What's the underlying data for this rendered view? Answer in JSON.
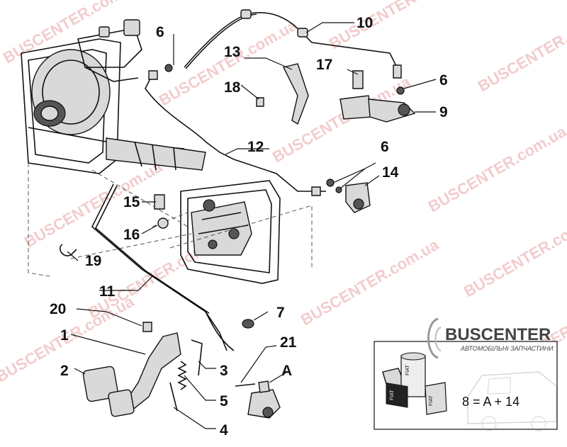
{
  "callouts": [
    "1",
    "2",
    "3",
    "4",
    "5",
    "6",
    "6",
    "6",
    "7",
    "9",
    "10",
    "11",
    "12",
    "13",
    "14",
    "15",
    "16",
    "17",
    "18",
    "19",
    "20",
    "21",
    "A"
  ],
  "watermark": {
    "brand_bus": "BUS",
    "brand_center": "CENTER",
    "domain": "BUSCENTER.com.ua",
    "domain_short": ".com.ua"
  },
  "logo": {
    "name": "BUSCENTER",
    "tagline": "АВТОМОБІЛЬНІ ЗАПЧАСТИНИ"
  },
  "kit_box": {
    "formula": "8 = A + 14",
    "box_labels": [
      "FIAT",
      "FIAT",
      "FIAT"
    ]
  },
  "colors": {
    "watermark": "#e8a3a3",
    "lines": "#111111"
  }
}
